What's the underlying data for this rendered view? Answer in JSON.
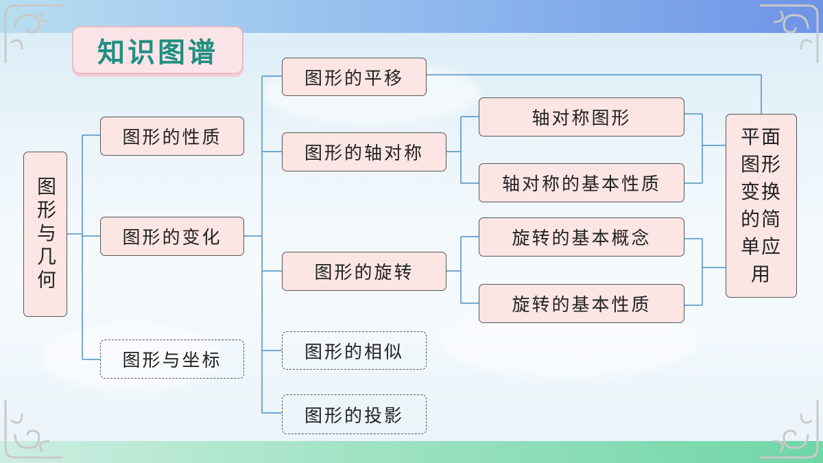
{
  "title": "知识图谱",
  "nodes": {
    "root": "图形与几何",
    "properties": "图形的性质",
    "change": "图形的变化",
    "coordinates": "图形与坐标",
    "translation": "图形的平移",
    "axial_symmetry": "图形的轴对称",
    "rotation": "图形的旋转",
    "similarity": "图形的相似",
    "projection": "图形的投影",
    "axisymmetric_figure": "轴对称图形",
    "axial_symmetry_properties": "轴对称的基本性质",
    "rotation_concept": "旋转的基本概念",
    "rotation_properties": "旋转的基本性质",
    "application": "平面图形变换的简单应用"
  },
  "colors": {
    "title_text": "#1f8f80",
    "node_fill": "#fbe6e4",
    "connector": "#4a8fc4"
  }
}
